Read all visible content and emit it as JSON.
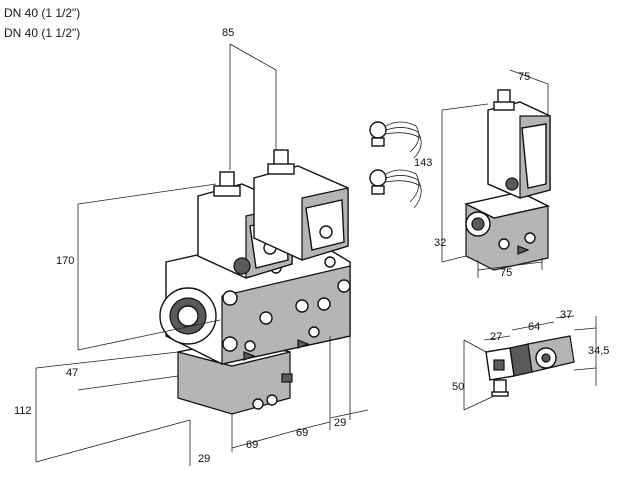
{
  "header": {
    "line1": "DN 40 (1 1/2\")",
    "line2": "DN 40 (1 1/2\")"
  },
  "dimensions": {
    "top_width": "85",
    "height_main": "170",
    "height_bottom": "112",
    "height_lower": "47",
    "depth_left": "29",
    "pitch_a": "69",
    "pitch_b": "69",
    "offset_right": "29",
    "single_top_width": "75",
    "single_height": "143",
    "single_lower": "32",
    "single_bottom_width": "75",
    "coil_27": "27",
    "coil_64": "64",
    "coil_37": "37",
    "coil_height": "34,5",
    "coil_50": "50"
  }
}
